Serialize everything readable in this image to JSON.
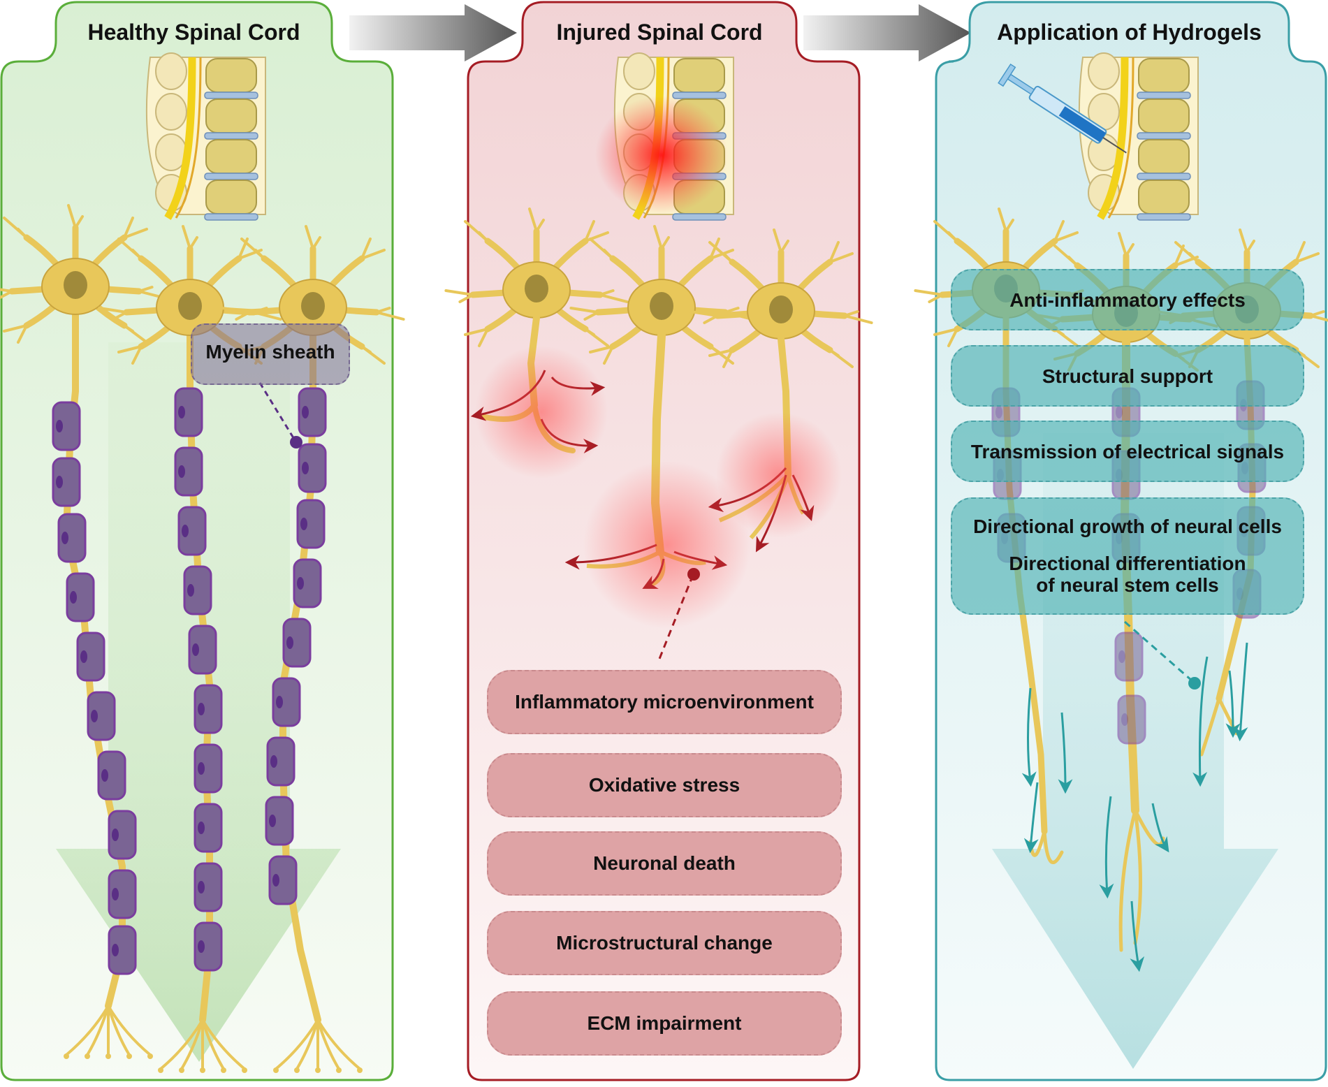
{
  "panels": {
    "healthy": {
      "title": "Healthy Spinal Cord",
      "myelin_label": "Myelin sheath"
    },
    "injured": {
      "title": "Injured Spinal Cord",
      "pathologies": [
        "Inflammatory microenvironment",
        "Oxidative stress",
        "Neuronal death",
        "Microstructural change",
        "ECM impairment"
      ]
    },
    "hydrogel": {
      "title": "Application of Hydrogels",
      "effects": [
        "Anti-inflammatory effects",
        "Structural support",
        "Transmission of electrical signals",
        "Directional growth of neural cells"
      ],
      "effect_last_line1": "Directional differentiation",
      "effect_last_line2": "of neural stem cells"
    }
  },
  "colors": {
    "healthy_border": "#5aae3a",
    "injured_border": "#a51c24",
    "hydrogel_border": "#3a9ea6",
    "neuron": "#e8c75a",
    "myelin": "#8a6aa6",
    "injury_red": "#ff2020",
    "pathology_pill": "#dea3a5",
    "hydrogel_band": "#50b2b4"
  }
}
